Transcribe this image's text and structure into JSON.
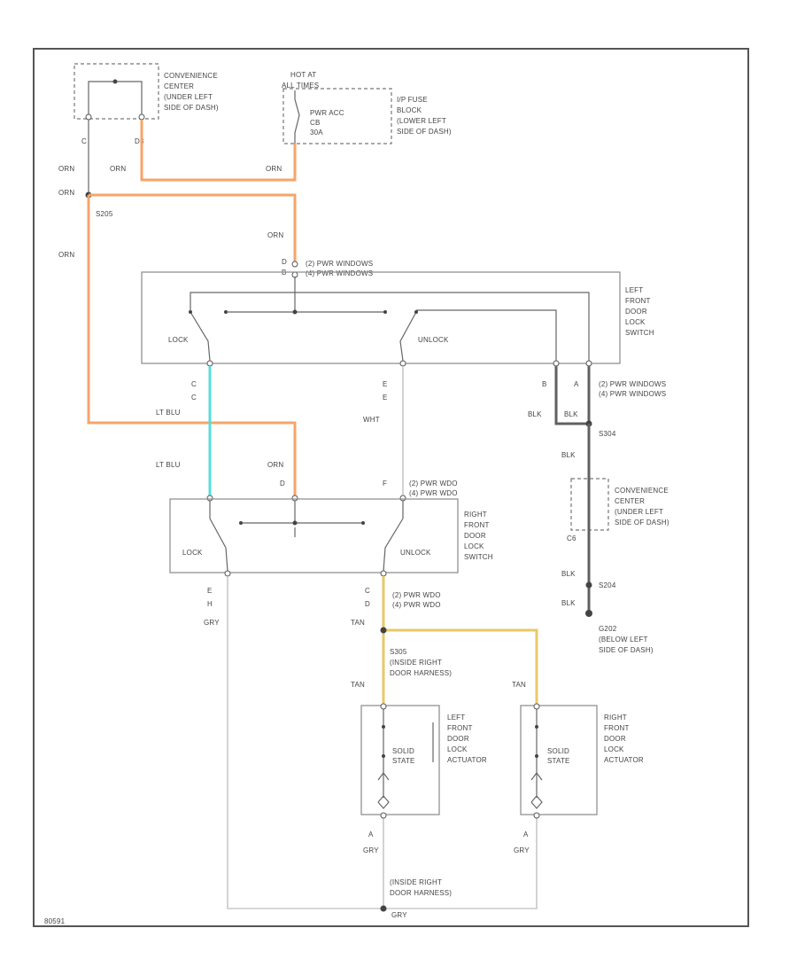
{
  "labels": {
    "conv_center_top": [
      "CONVENIENCE",
      "CENTER",
      "(UNDER LEFT",
      "SIDE OF DASH)"
    ],
    "hot_at": [
      "HOT AT",
      "ALL TIMES"
    ],
    "pwr_acc": [
      "PWR ACC",
      "CB",
      "30A"
    ],
    "ip_fuse_block": [
      "I/P FUSE",
      "BLOCK",
      "(LOWER LEFT",
      "SIDE OF DASH)"
    ],
    "pin_c": "C",
    "pin_d3": "D3",
    "orn_1": "ORN",
    "orn_2": "ORN",
    "orn_3": "ORN",
    "orn_4": "ORN",
    "orn_5": "ORN",
    "orn_6": "ORN",
    "orn_7": "ORN",
    "s205": "S205",
    "lf_switch_conn": [
      "(2) PWR WINDOWS",
      "(4) PWR WINDOWS"
    ],
    "lf_pin_d": "D",
    "lf_pin_b": "B",
    "lf_switch_name": [
      "LEFT",
      "FRONT",
      "DOOR",
      "LOCK",
      "SWITCH"
    ],
    "lf_lock": "LOCK",
    "lf_unlock": "UNLOCK",
    "lf_pin_c": "C",
    "lf_pin_c2": "C",
    "lf_pin_e": "E",
    "lf_pin_e2": "E",
    "lf_pin_b2": "B",
    "lf_pin_a": "A",
    "lf_bottom_conn": [
      "(2) PWR WINDOWS",
      "(4) PWR WINDOWS"
    ],
    "lt_blu_1": "LT BLU",
    "lt_blu_2": "LT BLU",
    "wht": "WHT",
    "blk_1": "BLK",
    "blk_2": "BLK",
    "blk_3": "BLK",
    "blk_4": "BLK",
    "blk_5": "BLK",
    "s304": "S304",
    "conv_center_right": [
      "CONVENIENCE",
      "CENTER",
      "(UNDER LEFT",
      "SIDE OF DASH)"
    ],
    "c6": "C6",
    "s204": "S204",
    "g202": [
      "G202",
      "(BELOW LEFT",
      "SIDE OF DASH)"
    ],
    "rf_pin_d": "D",
    "rf_pin_f": "F",
    "rf_switch_conn": [
      "(2) PWR WDO",
      "(4) PWR WDO"
    ],
    "rf_switch_name": [
      "RIGHT",
      "FRONT",
      "DOOR",
      "LOCK",
      "SWITCH"
    ],
    "rf_lock": "LOCK",
    "rf_unlock": "UNLOCK",
    "rf_pin_e": "E",
    "rf_pin_h": "H",
    "gry_1": "GRY",
    "rf_pin_c": "C",
    "rf_pin_d2": "D",
    "rf_bottom_conn": [
      "(2) PWR WDO",
      "(4) PWR WDO"
    ],
    "tan_1": "TAN",
    "tan_2": "TAN",
    "tan_3": "TAN",
    "s305": [
      "S305",
      "(INSIDE RIGHT",
      "DOOR HARNESS)"
    ],
    "lf_actuator": [
      "LEFT",
      "FRONT",
      "DOOR",
      "LOCK",
      "ACTUATOR"
    ],
    "rf_actuator": [
      "RIGHT",
      "FRONT",
      "DOOR",
      "LOCK",
      "ACTUATOR"
    ],
    "solid_state_1": [
      "SOLID",
      "STATE"
    ],
    "solid_state_2": [
      "SOLID",
      "STATE"
    ],
    "act_pin_a1": "A",
    "act_pin_a2": "A",
    "gry_2": "GRY",
    "gry_3": "GRY",
    "s306": [
      "(INSIDE RIGHT",
      "DOOR HARNESS)"
    ],
    "gry_4": "GRY",
    "corner_id": "80591"
  }
}
